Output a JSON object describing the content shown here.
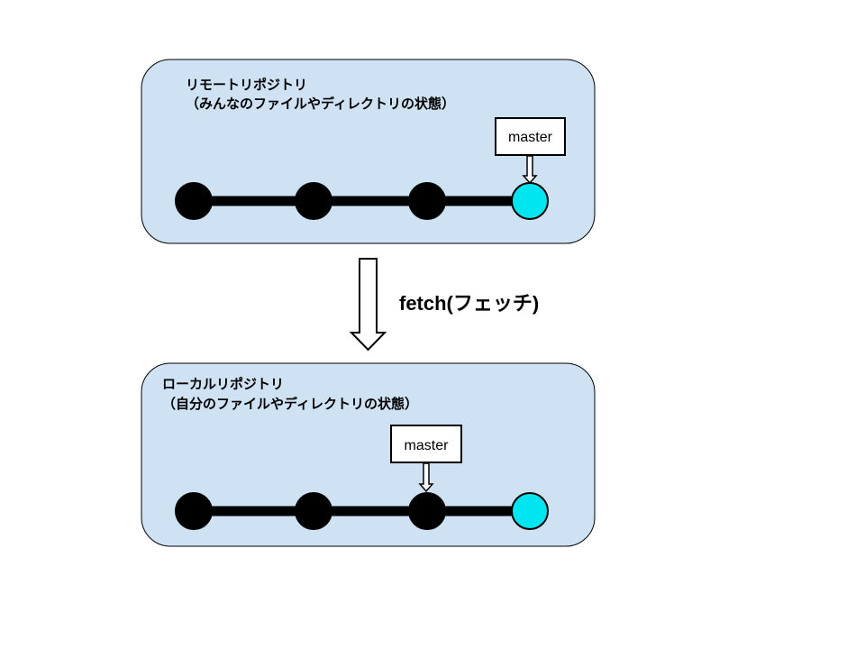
{
  "colors": {
    "box_fill": "#cfe2f3",
    "commit_default": "#000000",
    "commit_highlight": "#00e5f0"
  },
  "remote": {
    "title_line1": "リモートリポジトリ",
    "title_line2": "（みんなのファイルやディレクトリの状態）",
    "branch_label": "master",
    "commits": [
      "default",
      "default",
      "default",
      "highlight"
    ],
    "branch_points_to": 3
  },
  "action": {
    "label": "fetch(フェッチ)"
  },
  "local": {
    "title_line1": "ローカルリポジトリ",
    "title_line2": "（自分のファイルやディレクトリの状態）",
    "branch_label": "master",
    "commits": [
      "default",
      "default",
      "default",
      "highlight"
    ],
    "branch_points_to": 2
  }
}
